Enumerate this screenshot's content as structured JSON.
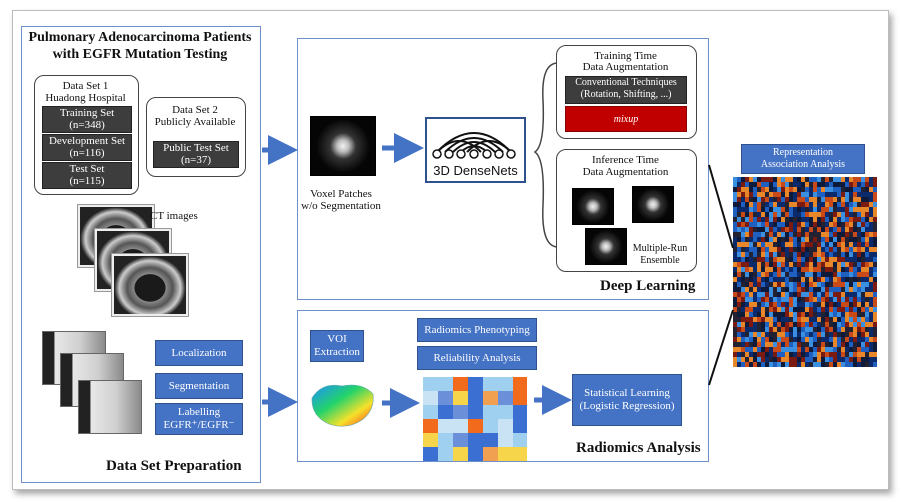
{
  "colors": {
    "panel_border": "#6f8fc9",
    "arrow": "#4472c4",
    "box_blue": "#4472c4",
    "box_dark": "#3d3d3d",
    "box_red": "#c00000"
  },
  "left_panel": {
    "title_line1": "Pulmonary Adenocarcinoma Patients",
    "title_line2": "with EGFR Mutation Testing",
    "ds1": {
      "title1": "Data Set 1",
      "title2": "Huadong Hospital",
      "training": [
        "Training Set",
        "(n=348)"
      ],
      "development": [
        "Development Set",
        "(n=116)"
      ],
      "test": [
        "Test Set",
        "(n=115)"
      ]
    },
    "ds2": {
      "title1": "Data Set 2",
      "title2": "Publicly Available",
      "public": [
        "Public Test Set",
        "(n=37)"
      ]
    },
    "ct_label": "CT images",
    "steps": {
      "localization": "Localization",
      "segmentation": "Segmentation",
      "labelling1": "Labelling",
      "labelling2": "EGFR⁺/EGFR⁻"
    },
    "footer": "Data Set Preparation"
  },
  "deep": {
    "voxel1": "Voxel Patches",
    "voxel2": "w/o Segmentation",
    "densenet": "3D DenseNets",
    "train_title1": "Training Time",
    "train_title2": "Data Augmentation",
    "conv1": "Conventional Techniques",
    "conv2": "(Rotation, Shifting, ...)",
    "mixup": "mixup",
    "inf_title1": "Inference Time",
    "inf_title2": "Data Augmentation",
    "ensemble1": "Multiple-Run",
    "ensemble2": "Ensemble",
    "footer": "Deep Learning"
  },
  "radiomics": {
    "voi1": "VOI",
    "voi2": "Extraction",
    "phenotyping": "Radiomics Phenotyping",
    "reliability": "Reliability Analysis",
    "stat1": "Statistical Learning",
    "stat2": "(Logistic Regression)",
    "footer": "Radiomics Analysis"
  },
  "right": {
    "title1": "Representation",
    "title2": "Association Analysis"
  }
}
